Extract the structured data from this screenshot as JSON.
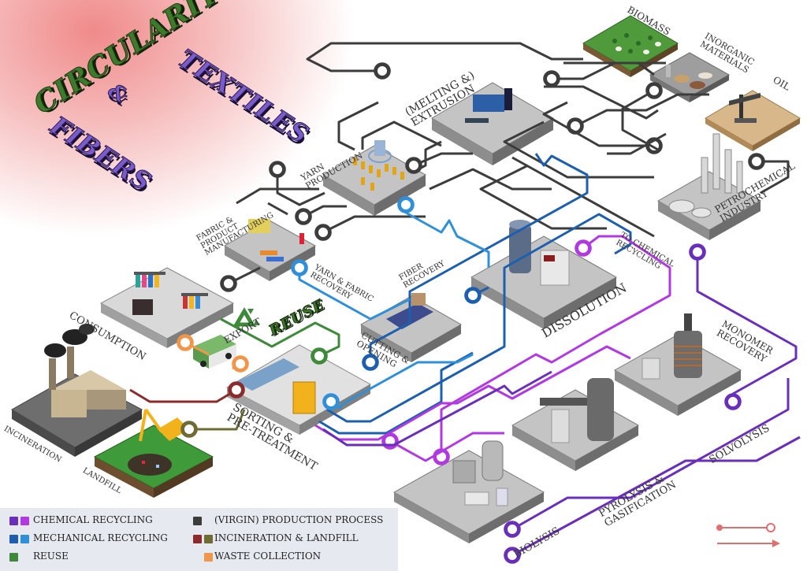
{
  "title": {
    "circularity": "CIRCULARITY",
    "amp": "&",
    "textiles": "TEXTILES",
    "fibers": "FIBERS"
  },
  "reuse_label": "REUSE",
  "nodes": {
    "biomass": "BIOMASS",
    "inorganic": [
      "INORGANIC",
      "MATERIALS"
    ],
    "oil": "OIL",
    "melting": [
      "(MELTING &)",
      "EXTRUSION"
    ],
    "yarn": [
      "YARN",
      "PRODUCTION"
    ],
    "fabric": [
      "FABRIC &",
      "PRODUCT",
      "MANUFACTURING"
    ],
    "petrochemical": [
      "PETROCHEMICAL",
      "INDUSTRY"
    ],
    "to_chemical": [
      "TO CHEMICAL",
      "RECYCLING"
    ],
    "fiber_recovery": [
      "FIBER",
      "RECOVERY"
    ],
    "yarn_fabric_recovery": [
      "YARN & FABRIC",
      "RECOVERY"
    ],
    "dissolution": "DISSOLUTION",
    "consumption": "CONSUMPTION",
    "export": "EXPORT",
    "cutting": [
      "CUTTING &",
      "OPENING"
    ],
    "monomer": [
      "MONOMER",
      "RECOVERY"
    ],
    "sorting": [
      "SORTING &",
      "PRE-TREATMENT"
    ],
    "incineration": "INCINERATION",
    "landfill": "LANDFILL",
    "solvolysis": "SOLVOLYSIS",
    "pyrolysis": [
      "PYROLYSIS &",
      "GASIFICATION"
    ],
    "biolysis": "BIOLYSIS"
  },
  "legend": {
    "chemical": "CHEMICAL RECYCLING",
    "mechanical": "MECHANICAL RECYCLING",
    "reuse": "REUSE",
    "production": "(VIRGIN) PRODUCTION PROCESS",
    "incineration_landfill": "INCINERATION & LANDFILL",
    "waste_collection": "WASTE COLLECTION"
  },
  "colors": {
    "chemical_a": "#6a2fb8",
    "chemical_b": "#b03ae0",
    "mechanical_a": "#1d5fae",
    "mechanical_b": "#2f8fd8",
    "reuse": "#3f8a3a",
    "production": "#3c3c3c",
    "incineration": "#8b2b2b",
    "landfill": "#6f6b35",
    "waste": "#f0964a"
  }
}
